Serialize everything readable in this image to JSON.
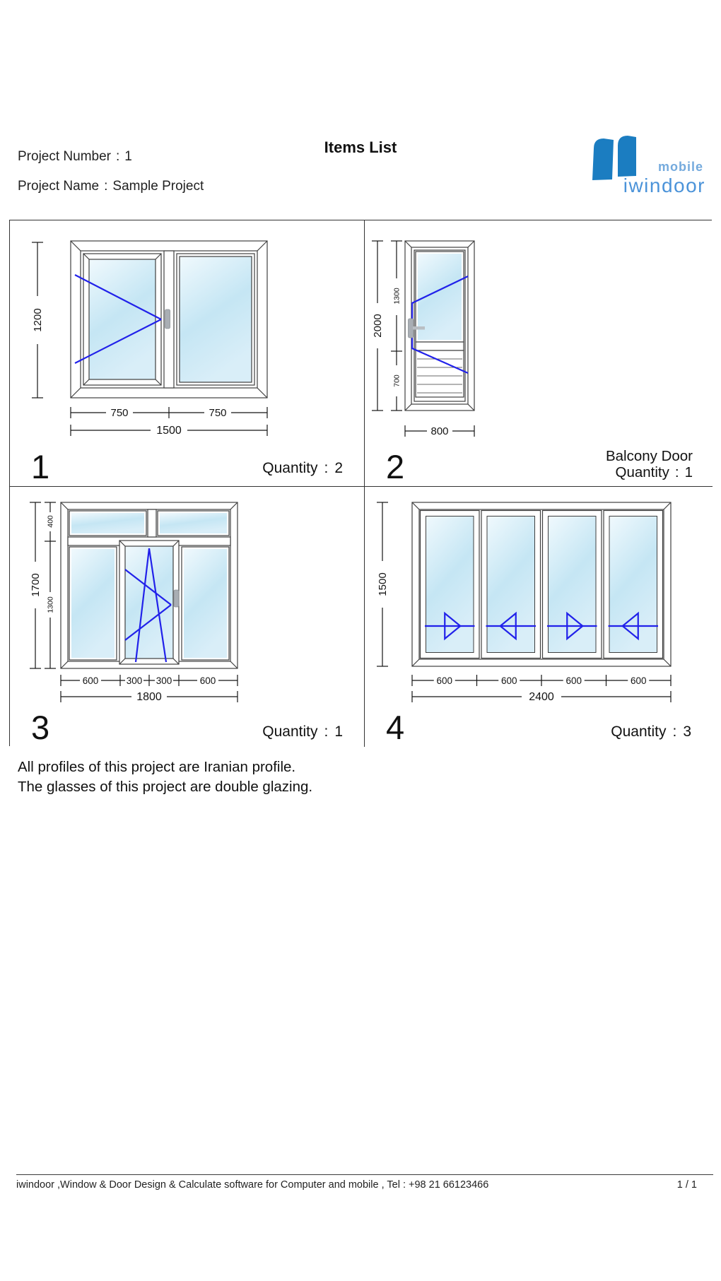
{
  "punct": {
    "colon": ":"
  },
  "header": {
    "project_number_label": "Project Number",
    "project_number_value": "1",
    "project_name_label": "Project Name",
    "project_name_value": "Sample Project",
    "title": "Items List"
  },
  "logo": {
    "brand": "iwindoor",
    "sub": "mobile",
    "brand_color": "#4b93d9",
    "sub_color": "#74aadd",
    "shape_color": "#1b7dc1"
  },
  "items": [
    {
      "number": "1",
      "quantity_label": "Quantity",
      "quantity": "2",
      "height": "1200",
      "widths": [
        "750",
        "750"
      ],
      "width_total": "1500"
    },
    {
      "number": "2",
      "name": "Balcony Door",
      "quantity_label": "Quantity",
      "quantity": "1",
      "height": "2000",
      "height_parts": [
        "1300",
        "700"
      ],
      "width_total": "800"
    },
    {
      "number": "3",
      "quantity_label": "Quantity",
      "quantity": "1",
      "height": "1700",
      "height_parts": [
        "400",
        "1300"
      ],
      "widths": [
        "600",
        "300",
        "300",
        "600"
      ],
      "width_total": "1800"
    },
    {
      "number": "4",
      "quantity_label": "Quantity",
      "quantity": "3",
      "height": "1500",
      "widths": [
        "600",
        "600",
        "600",
        "600"
      ],
      "width_total": "2400"
    }
  ],
  "notes": [
    "All profiles of this project are Iranian profile.",
    "The glasses of this project are double glazing."
  ],
  "footer": {
    "text": "iwindoor ,Window & Door  Design & Calculate software for Computer and mobile , Tel : +98 21 66123466",
    "page": "1 / 1"
  },
  "colors": {
    "accent_blue": "#2121ea",
    "glass_light": "#f0f9fd",
    "glass_mid": "#c5e6f4",
    "frame_stroke": "#3f3f3f",
    "grid_border": "#333333"
  }
}
